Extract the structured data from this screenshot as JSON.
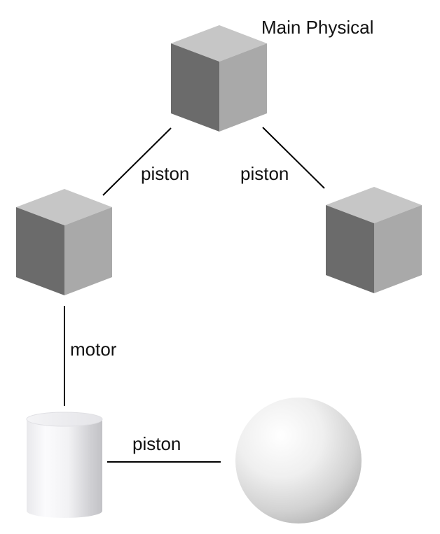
{
  "title": "Main Physical",
  "connections": {
    "main_to_left": "piston",
    "main_to_right": "piston",
    "left_to_cylinder": "motor",
    "cylinder_to_sphere": "piston"
  },
  "colors": {
    "cube_top": "#c6c6c6",
    "cube_left": "#6b6b6b",
    "cube_right": "#a9a9a9",
    "line": "#000000"
  }
}
